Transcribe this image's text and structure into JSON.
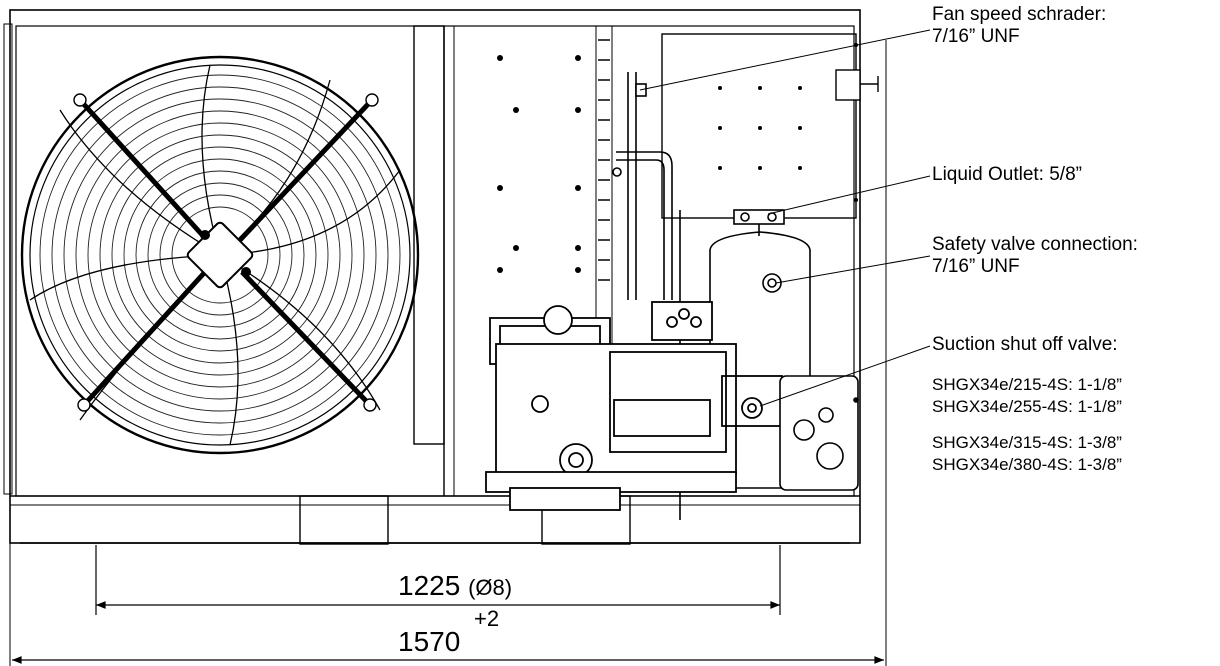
{
  "callouts": {
    "fan_speed_schrader": {
      "line1": "Fan speed schrader:",
      "line2": "7/16” UNF"
    },
    "liquid_outlet": {
      "line1": "Liquid Outlet: 5/8”"
    },
    "safety_valve": {
      "line1": "Safety valve connection:",
      "line2": "7/16” UNF"
    },
    "suction_valve": {
      "line1": "Suction shut off valve:"
    }
  },
  "suction_sizes": [
    "SHGX34e/215-4S: 1-1/8”",
    "SHGX34e/255-4S: 1-1/8”",
    "SHGX34e/315-4S: 1-3/8”",
    "SHGX34e/380-4S: 1-3/8”"
  ],
  "dimensions": {
    "inner": {
      "value": "1225",
      "note": "(Ø8)"
    },
    "outer": {
      "value": "1570",
      "tolerance": "+2"
    }
  }
}
